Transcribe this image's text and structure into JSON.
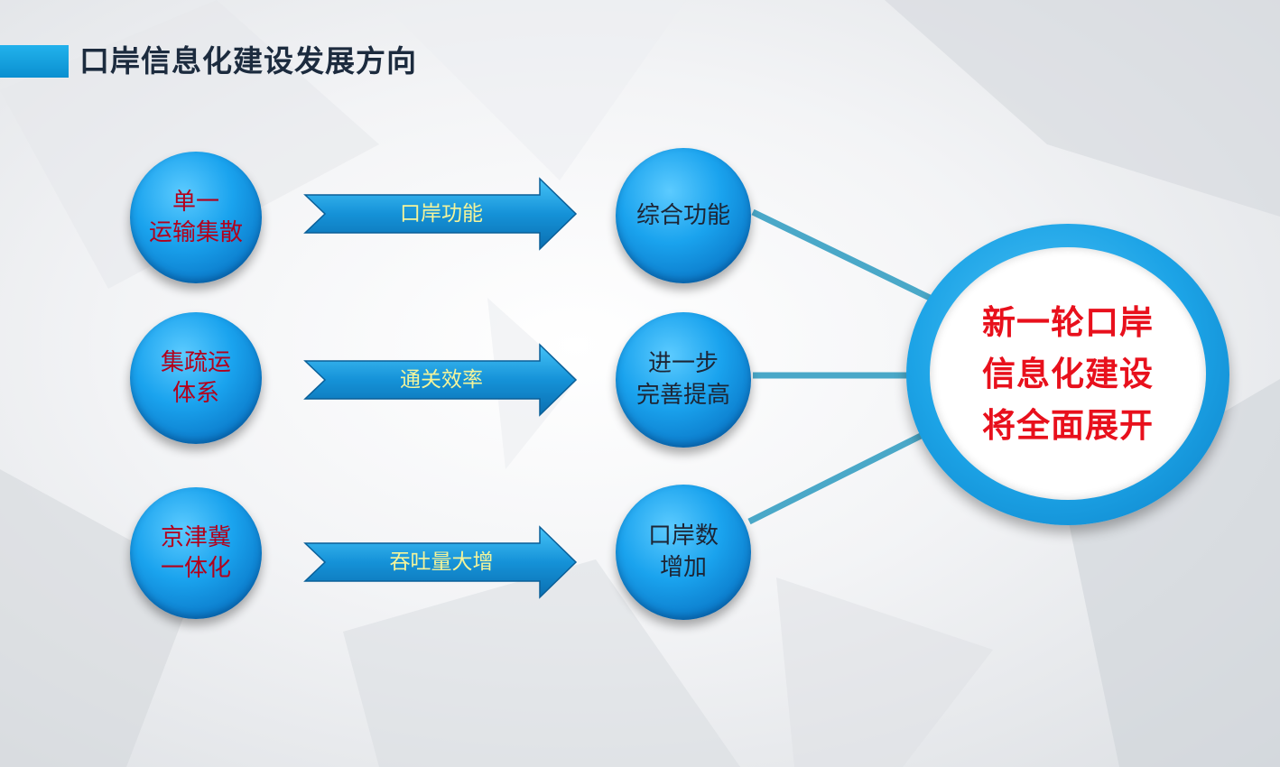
{
  "title": "口岸信息化建设发展方向",
  "colors": {
    "accent": "#0a8fd0",
    "circle_blue": "#1aa3ee",
    "left_text": "#b3001b",
    "arrow_text": "#f4f49a",
    "center_text": "#e8101c",
    "connector": "#4aa8c8"
  },
  "rows": [
    {
      "left": "单一\n运输集散",
      "arrow": "口岸功能",
      "mid": "综合功能"
    },
    {
      "left": "集疏运\n体系",
      "arrow": "通关效率",
      "mid": "进一步\n完善提高"
    },
    {
      "left": "京津冀\n一体化",
      "arrow": "吞吐量大增",
      "mid": "口岸数\n增加"
    }
  ],
  "center": "新一轮口岸\n信息化建设\n将全面展开"
}
